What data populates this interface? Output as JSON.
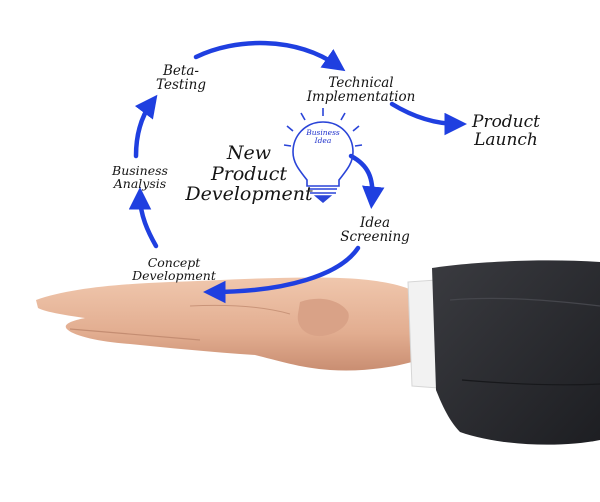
{
  "diagram": {
    "title": [
      "New",
      "Product",
      "Development"
    ],
    "bulb_text": [
      "Business",
      "Idea"
    ],
    "stages": {
      "beta_testing": [
        "Beta-",
        "Testing"
      ],
      "technical_implementation": [
        "Technical",
        "Implementation"
      ],
      "product_launch": [
        "Product",
        "Launch"
      ],
      "business_analysis": [
        "Business",
        "Analysis"
      ],
      "idea_screening": [
        "Idea",
        "Screening"
      ],
      "concept_development": [
        "Concept",
        "Development"
      ]
    }
  },
  "colors": {
    "arrow": "#1f3fe0",
    "text": "#151515",
    "bulb": "#2a44d8",
    "sleeve": "#2a2b30",
    "cuff": "#f2f2f2",
    "skin": "#e8b79b"
  }
}
